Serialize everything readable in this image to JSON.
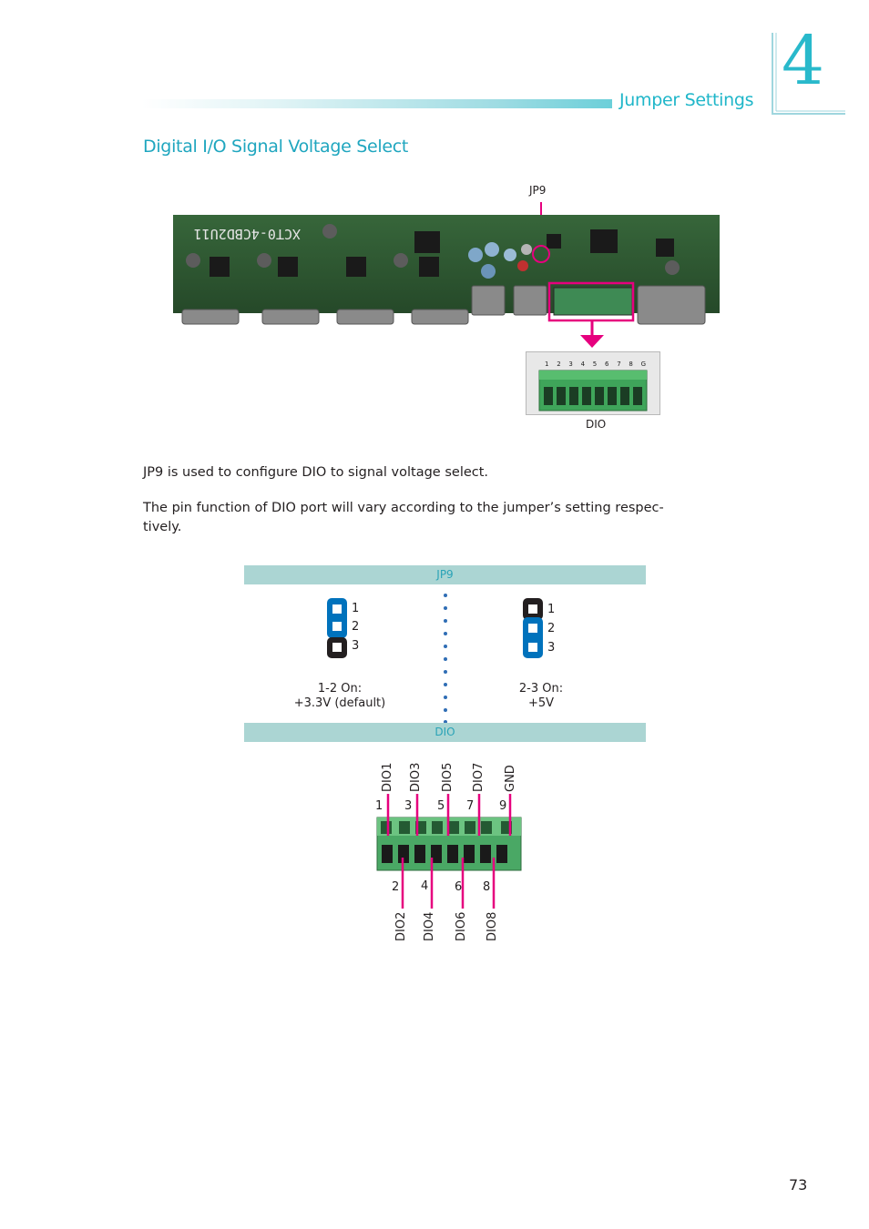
{
  "header": {
    "title": "Jumper Settings",
    "chapter_number": "4"
  },
  "section": {
    "title": "Digital I/O Signal Voltage Select"
  },
  "board_photo": {
    "jp9_callout": "JP9",
    "silkscreen": "XCT0-4CBD2U11",
    "connector_pin_labels": [
      "1",
      "2",
      "3",
      "4",
      "5",
      "6",
      "7",
      "8",
      "G"
    ],
    "connector_caption": "DIO",
    "highlight_color": "#e6007e"
  },
  "body": {
    "paragraph1": "JP9 is used to configure DIO to signal voltage select.",
    "paragraph2": "The pin function of DIO port will vary according to the jumper’s setting respectively."
  },
  "jumper_table": {
    "header": "JP9",
    "left": {
      "pins": [
        "1",
        "2",
        "3"
      ],
      "caption_line1": "1-2 On:",
      "caption_line2": "+3.3V (default)"
    },
    "right": {
      "pins": [
        "1",
        "2",
        "3"
      ],
      "caption_line1": "2-3 On:",
      "caption_line2": "+5V"
    },
    "footer": "DIO",
    "on_color": "#0072bc",
    "off_color": "#231f20"
  },
  "dio_diagram": {
    "top_labels": [
      "DIO1",
      "DIO3",
      "DIO5",
      "DIO7",
      "GND"
    ],
    "top_numbers": [
      "1",
      "3",
      "5",
      "7",
      "9"
    ],
    "bottom_numbers": [
      "2",
      "4",
      "6",
      "8"
    ],
    "bottom_labels": [
      "DIO2",
      "DIO4",
      "DIO6",
      "DIO8"
    ],
    "line_color": "#e6007e",
    "connector_color": "#3a9a5a"
  },
  "footer": {
    "page_number": "73"
  }
}
